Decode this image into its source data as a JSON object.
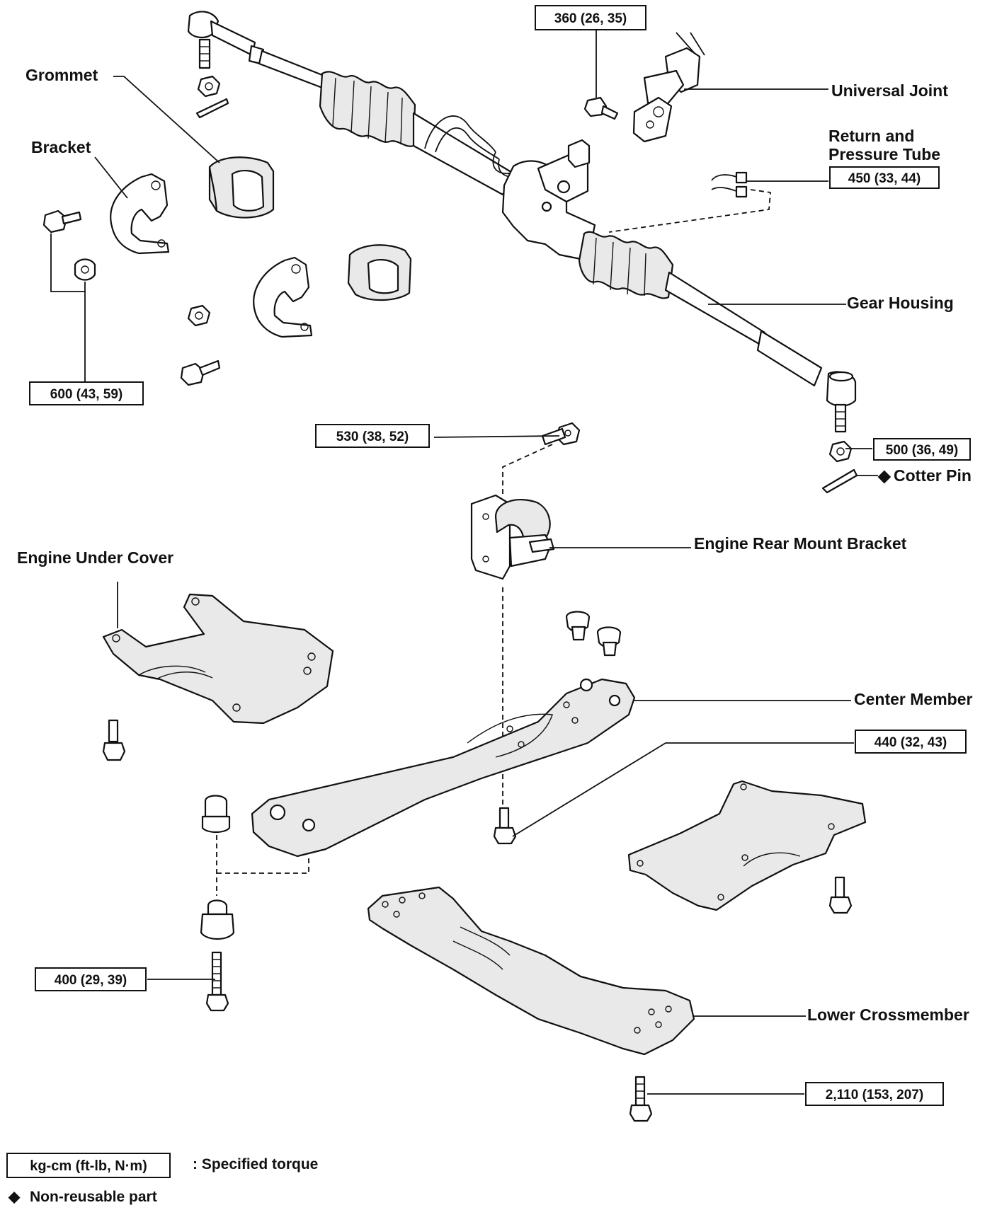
{
  "labels": {
    "grommet": "Grommet",
    "bracket": "Bracket",
    "universal_joint": "Universal Joint",
    "return_pressure_tube_line1": "Return and",
    "return_pressure_tube_line2": "Pressure Tube",
    "gear_housing": "Gear Housing",
    "cotter_pin": "Cotter Pin",
    "engine_rear_mount_bracket": "Engine Rear Mount Bracket",
    "engine_under_cover": "Engine Under Cover",
    "center_member": "Center Member",
    "lower_crossmember": "Lower Crossmember"
  },
  "torques": {
    "universal_joint_bolt": "360 (26, 35)",
    "pressure_tube": "450 (33, 44)",
    "bracket_bolt": "600 (43, 59)",
    "mount_bracket_bolt": "530 (38, 52)",
    "tie_rod_nut": "500 (36, 49)",
    "center_member_bolt": "440 (32, 43)",
    "center_member_front": "400 (29, 39)",
    "lower_crossmember_bolt": "2,110 (153, 207)"
  },
  "legend": {
    "torque_unit": "kg-cm (ft-lb, N·m)",
    "torque_desc": ": Specified torque",
    "nonreusable": "Non-reusable part"
  },
  "symbols": {
    "nonreusable_marker": "◆"
  }
}
